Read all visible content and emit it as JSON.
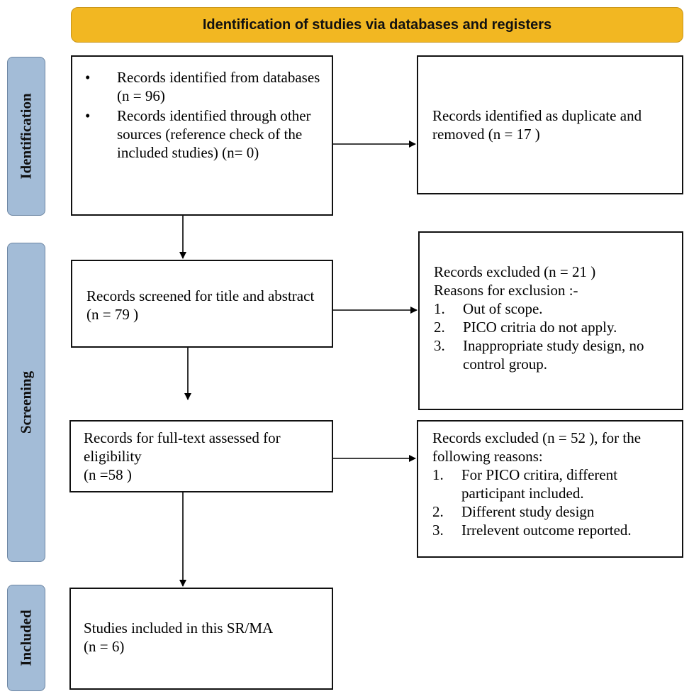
{
  "header": {
    "title": "Identification of studies via databases and registers"
  },
  "stages": {
    "identification": "Identification",
    "screening": "Screening",
    "included": "Included"
  },
  "identification": {
    "records_items": [
      "Records identified from databases  (n = 96)",
      "Records identified through other sources (reference check of the included studies)  (n= 0)"
    ],
    "duplicates": "Records identified as duplicate and removed (n = 17 )"
  },
  "screening": {
    "screened": "Records screened for title and abstract  (n = 79 )",
    "excluded1": {
      "line1": "Records excluded (n = 21 )",
      "line2": "Reasons for exclusion :-",
      "reasons": [
        {
          "num": "1.",
          "text": "Out of scope."
        },
        {
          "num": "2.",
          "text": "PICO critria do not apply."
        },
        {
          "num": "3.",
          "text": "Inappropriate study design, no control group."
        }
      ]
    },
    "fulltext_line1": "Records for full-text assessed for eligibility",
    "fulltext_line2": "(n =58 )",
    "excluded2": {
      "line1": "Records excluded (n = 52 ), for the following reasons:",
      "reasons": [
        {
          "num": "1.",
          "text": "For PICO critira, different participant included."
        },
        {
          "num": "2.",
          "text": "Different study design"
        },
        {
          "num": "3.",
          "text": "Irrelevent outcome reported."
        }
      ]
    }
  },
  "included": {
    "line1": "Studies included in this SR/MA",
    "line2": "(n = 6)"
  }
}
